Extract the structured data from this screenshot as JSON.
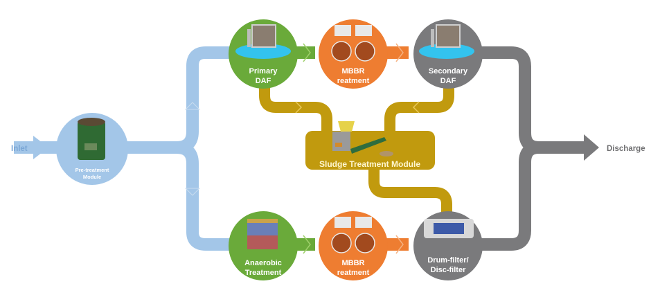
{
  "inlet_label": "Inlet",
  "discharge_label": "Discharge",
  "colors": {
    "blue_pipe": "#a3c6e8",
    "green": "#6aaa3a",
    "orange": "#ee7d31",
    "gray": "#7a7a7c",
    "gold": "#c19a0e",
    "text_blue": "#7ba7d6",
    "text_gray": "#6f6f71"
  },
  "nodes": {
    "pretreatment": {
      "line1": "Pre-treatment",
      "line2": "Module"
    },
    "primary_daf": {
      "line1": "Primary",
      "line2": "DAF"
    },
    "mbbr_top": {
      "line1": "MBBR",
      "line2": "reatment"
    },
    "secondary_daf": {
      "line1": "Secondary",
      "line2": "DAF"
    },
    "anaerobic": {
      "line1": "Anaerobic",
      "line2": "Treatment"
    },
    "mbbr_bottom": {
      "line1": "MBBR",
      "line2": "reatment"
    },
    "drum_filter": {
      "line1": "Drum-filter/",
      "line2": "Disc-filter"
    },
    "sludge": {
      "label": "Sludge Treatment Module"
    }
  }
}
